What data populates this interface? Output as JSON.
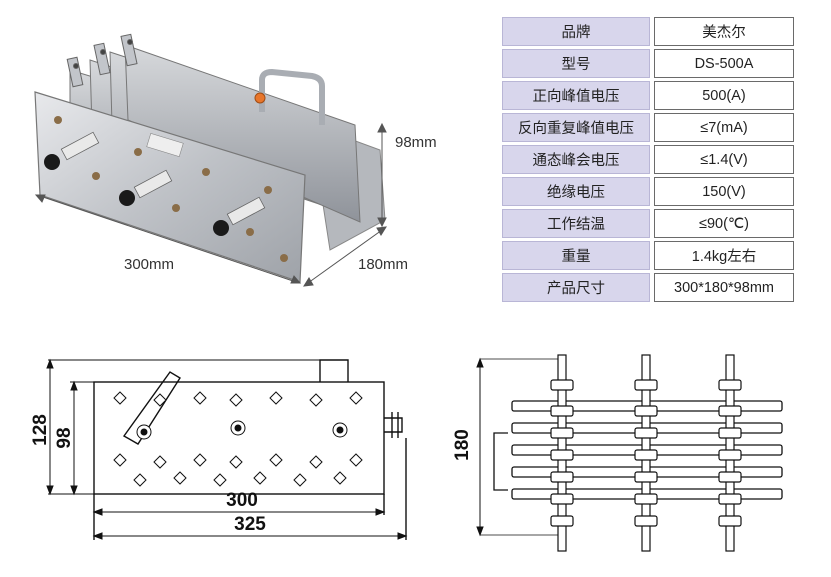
{
  "dimensions": {
    "height": "98mm",
    "length": "300mm",
    "width": "180mm"
  },
  "spec_table": [
    {
      "key": "品牌",
      "value": "美杰尔"
    },
    {
      "key": "型号",
      "value": "DS-500A"
    },
    {
      "key": "正向峰值电压",
      "value": "500(A)"
    },
    {
      "key": "反向重复峰值电压",
      "value": "≤7(mA)"
    },
    {
      "key": "通态峰会电压",
      "value": "≤1.4(V)"
    },
    {
      "key": "绝缘电压",
      "value": "150(V)"
    },
    {
      "key": "工作结温",
      "value": "≤90(℃)"
    },
    {
      "key": "重量",
      "value": "1.4kg左右"
    },
    {
      "key": "产品尺寸",
      "value": "300*180*98mm"
    }
  ],
  "front_drawing": {
    "dim_128": "128",
    "dim_98": "98",
    "dim_300": "300",
    "dim_325": "325"
  },
  "side_drawing": {
    "dim_180": "180"
  },
  "colors": {
    "label_bg": "#d8d6ec",
    "metal": "#c9cbcf",
    "knob": "#1a1a1a"
  }
}
